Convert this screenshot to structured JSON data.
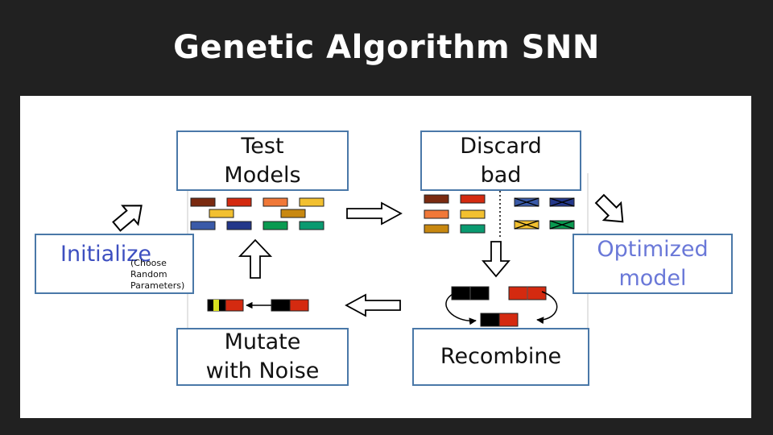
{
  "slide": {
    "title": "Genetic Algorithm SNN"
  },
  "diagram": {
    "steps": {
      "initialize": {
        "label": "Initialize",
        "note": "(Choose\nRandom\nParameters)"
      },
      "test_models": {
        "label": "Test\nModels"
      },
      "discard_bad": {
        "label": "Discard\nbad"
      },
      "optimized_model": {
        "label": "Optimized\nmodel"
      },
      "recombine": {
        "label": "Recombine"
      },
      "mutate": {
        "label": "Mutate\nwith Noise"
      }
    },
    "colors": {
      "box_border": "#4a78a8",
      "initialize_text": "#3d4fc0",
      "optimized_text": "#6a78d8",
      "maroon": "#7a2a10",
      "red": "#d42a10",
      "orange": "#f07838",
      "yellow": "#f2c030",
      "gold": "#c88810",
      "blue": "#3a5aa8",
      "navy": "#23378a",
      "green": "#0a9a50",
      "teal": "#0a9a70",
      "black": "#000000",
      "lime": "#d8e020"
    },
    "icons": {
      "flow_arrow": "hollow-block-arrow-icon",
      "discarded_mark": "cross-mark-icon",
      "recombine_cycle": "curved-arrow-icon",
      "mutation_pointer": "thin-arrow-icon"
    }
  }
}
